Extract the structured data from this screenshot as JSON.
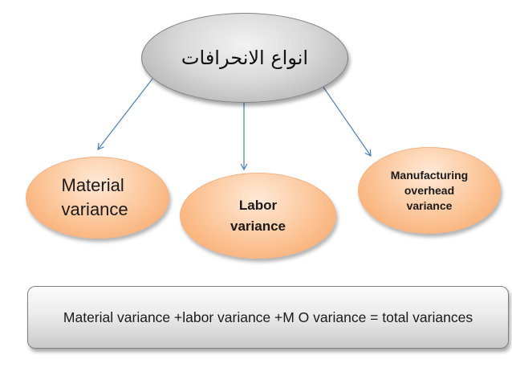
{
  "diagram": {
    "root": {
      "label": "انواع الانحرافات"
    },
    "children": [
      {
        "line1": "Material",
        "line2": "variance"
      },
      {
        "line1": "Labor",
        "line2": "variance"
      },
      {
        "line1": "Manufacturing",
        "line2": "overhead",
        "line3": "variance"
      }
    ],
    "formula": "Material variance +labor variance +M O variance = total variances"
  },
  "colors": {
    "arrow": "#4a7ebf",
    "root_fill": "#d9d9d9",
    "child_fill": "#fcc79c",
    "child_border": "#f4b183",
    "formula_fill": "#ececec"
  }
}
